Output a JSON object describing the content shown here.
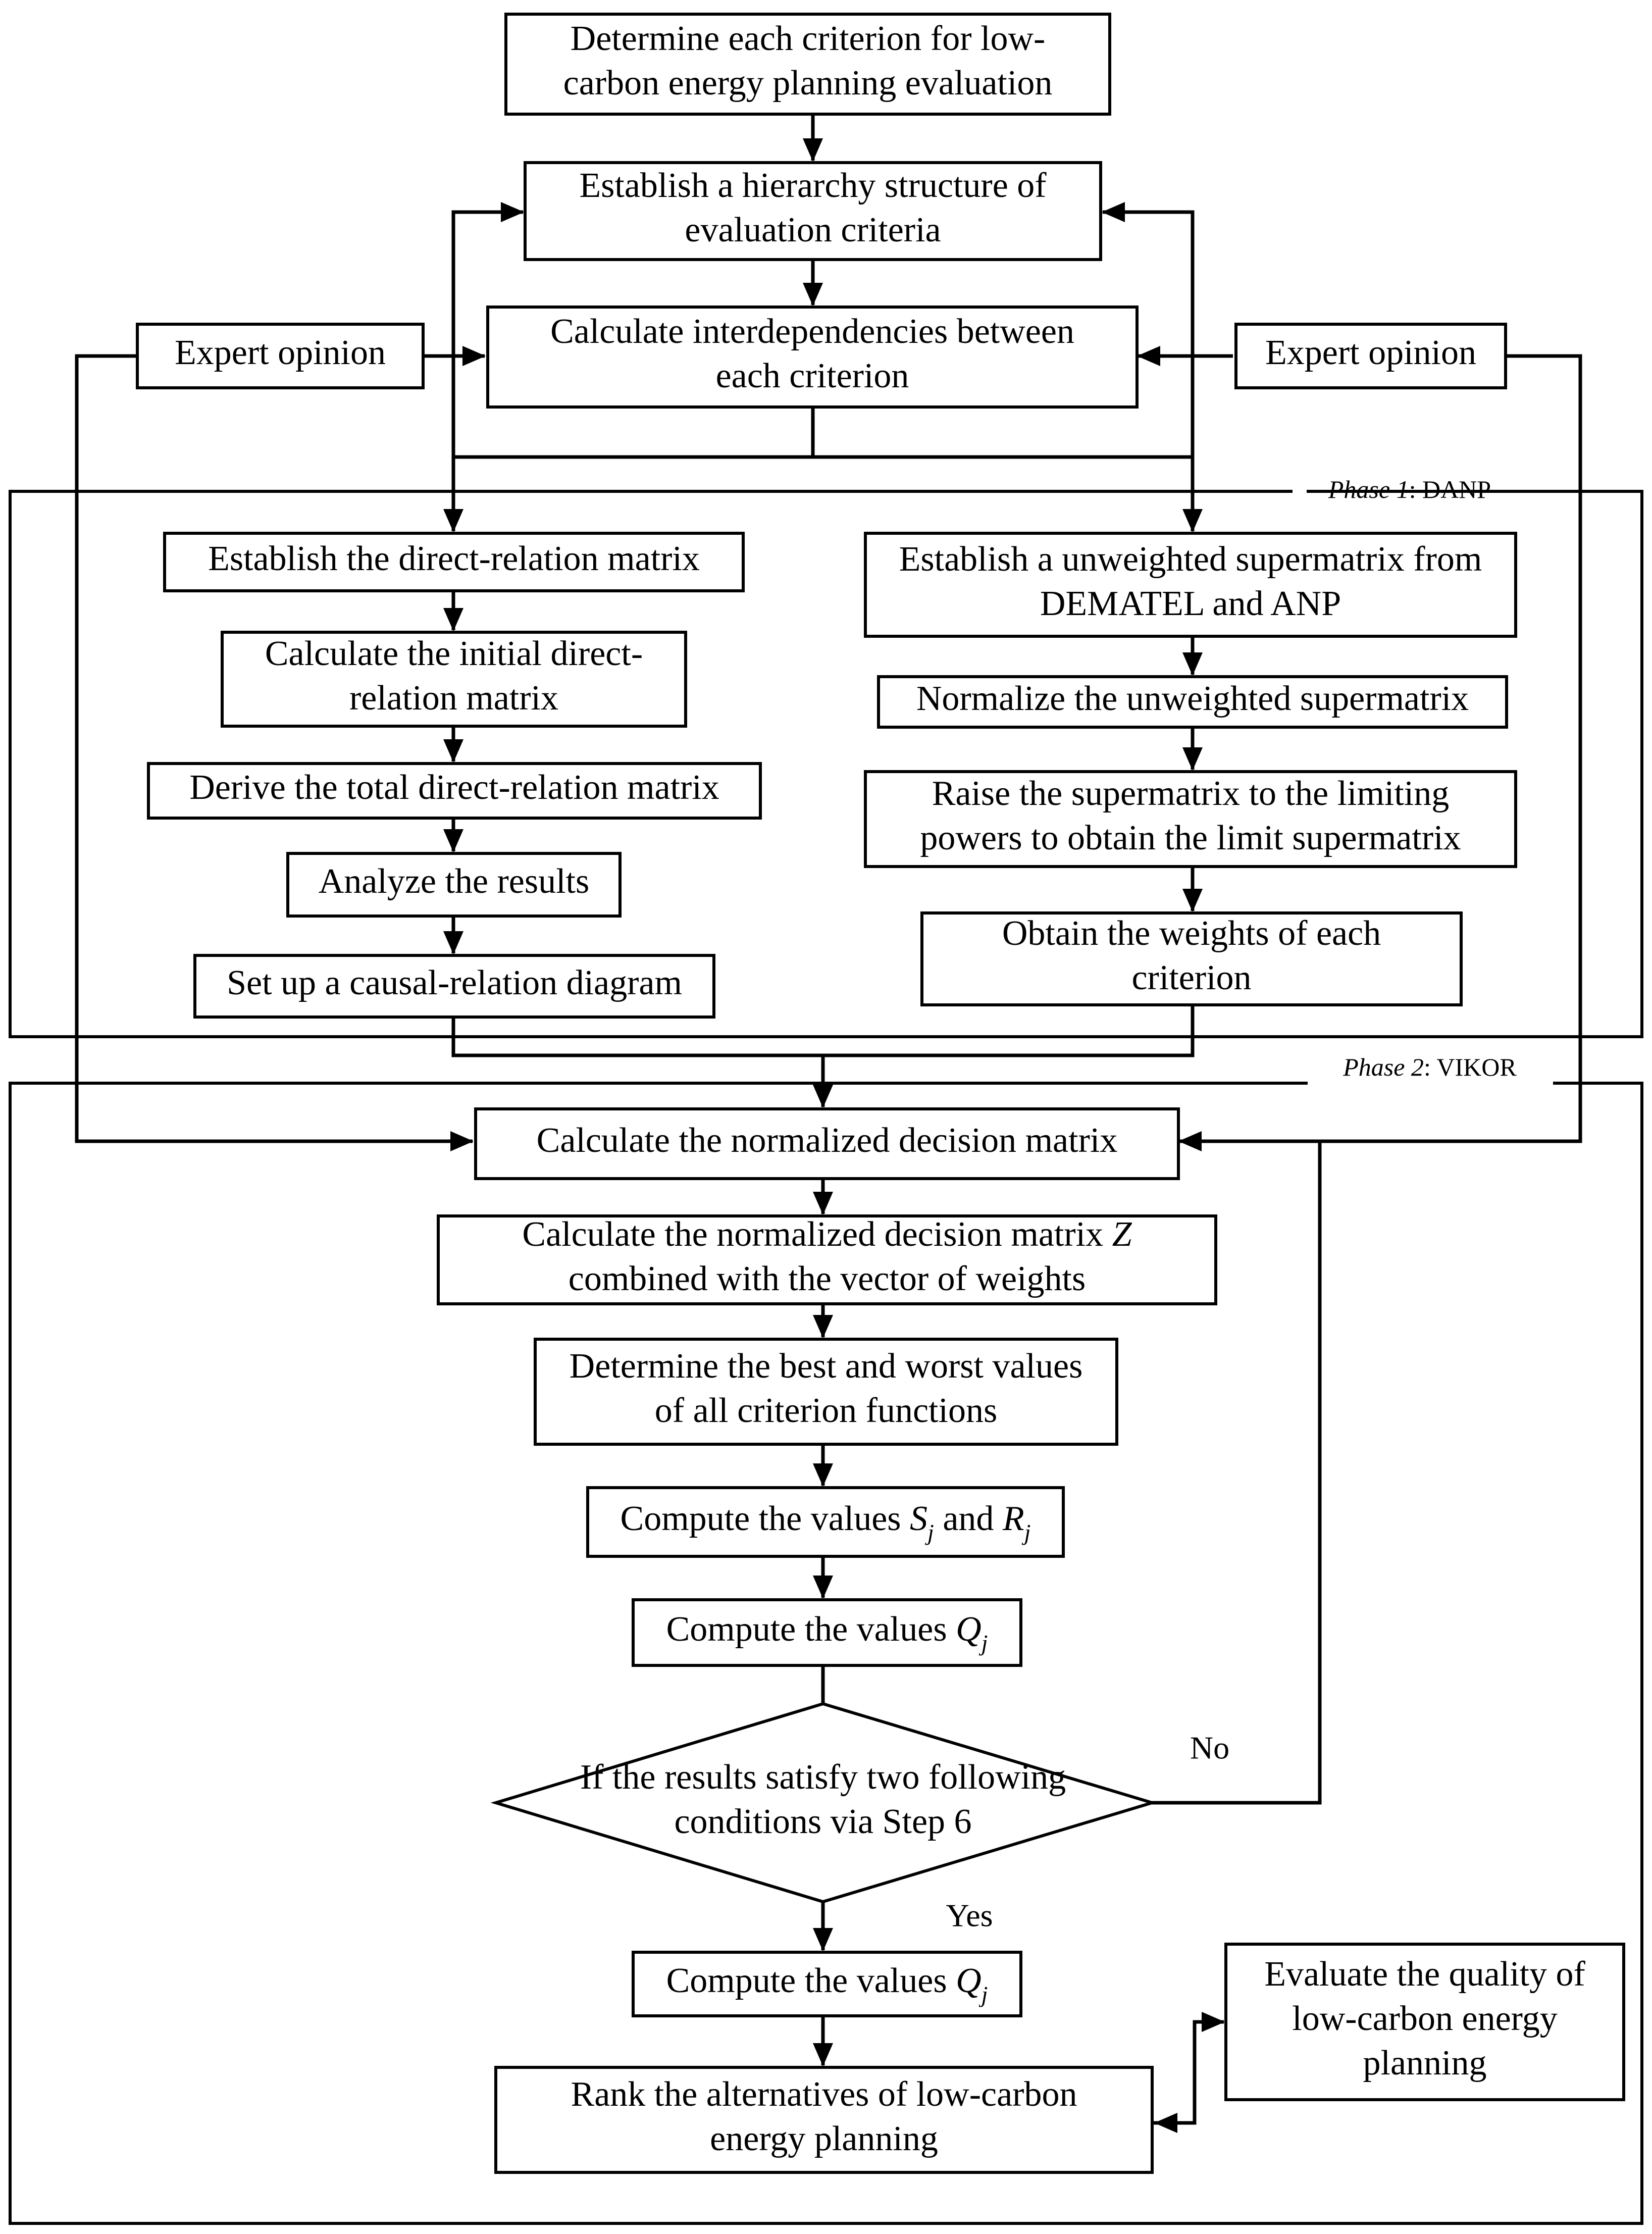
{
  "diagram": {
    "phases": {
      "danp": {
        "prefix": "Phase 1",
        "suffix": ": DANP"
      },
      "vikor": {
        "prefix": "Phase 2",
        "suffix": ": VIKOR"
      }
    },
    "top": {
      "determine_criteria": [
        "Determine each criterion for low-",
        "carbon energy planning evaluation"
      ],
      "hierarchy": [
        "Establish a hierarchy structure of",
        "evaluation criteria"
      ],
      "interdependencies": [
        "Calculate interdependencies between",
        "each criterion"
      ],
      "expert_left": [
        "Expert opinion"
      ],
      "expert_right": [
        "Expert opinion"
      ]
    },
    "danp_left": {
      "direct_relation": [
        "Establish the direct-relation matrix"
      ],
      "initial_direct": [
        "Calculate the initial direct-",
        "relation matrix"
      ],
      "total_direct": [
        "Derive the total direct-relation matrix"
      ],
      "analyze": [
        "Analyze the results"
      ],
      "causal": [
        "Set up a causal-relation diagram"
      ]
    },
    "danp_right": {
      "unweighted": [
        "Establish a unweighted supermatrix from",
        "DEMATEL and ANP"
      ],
      "normalize_unweighted": [
        "Normalize the unweighted supermatrix"
      ],
      "limit": [
        "Raise the supermatrix to the limiting",
        "powers to obtain the limit supermatrix"
      ],
      "weights": [
        "Obtain the weights of each",
        "criterion"
      ]
    },
    "vikor": {
      "normalized_decision": [
        "Calculate the normalized decision matrix"
      ],
      "weighted_z": {
        "line1_text": "Calculate the normalized decision matrix ",
        "line1_var": "Z",
        "line2": "combined with the vector of weights"
      },
      "best_worst": [
        "Determine the best and worst values",
        "of all criterion functions"
      ],
      "compute_sr": {
        "text": "Compute the values ",
        "s": "S",
        "sub": "j",
        "and": " and ",
        "r": "R"
      },
      "compute_q1": {
        "text": "Compute the values ",
        "q": "Q",
        "sub": "j"
      },
      "decision": [
        "If the results satisfy two following",
        "conditions via Step 6"
      ],
      "no_label": "No",
      "yes_label": "Yes",
      "compute_q2": {
        "text": "Compute the values ",
        "q": "Q",
        "sub": "j"
      },
      "rank": [
        "Rank the alternatives of low-carbon",
        "energy planning"
      ],
      "evaluate": [
        "Evaluate the quality of",
        "low-carbon energy",
        "planning"
      ]
    }
  }
}
